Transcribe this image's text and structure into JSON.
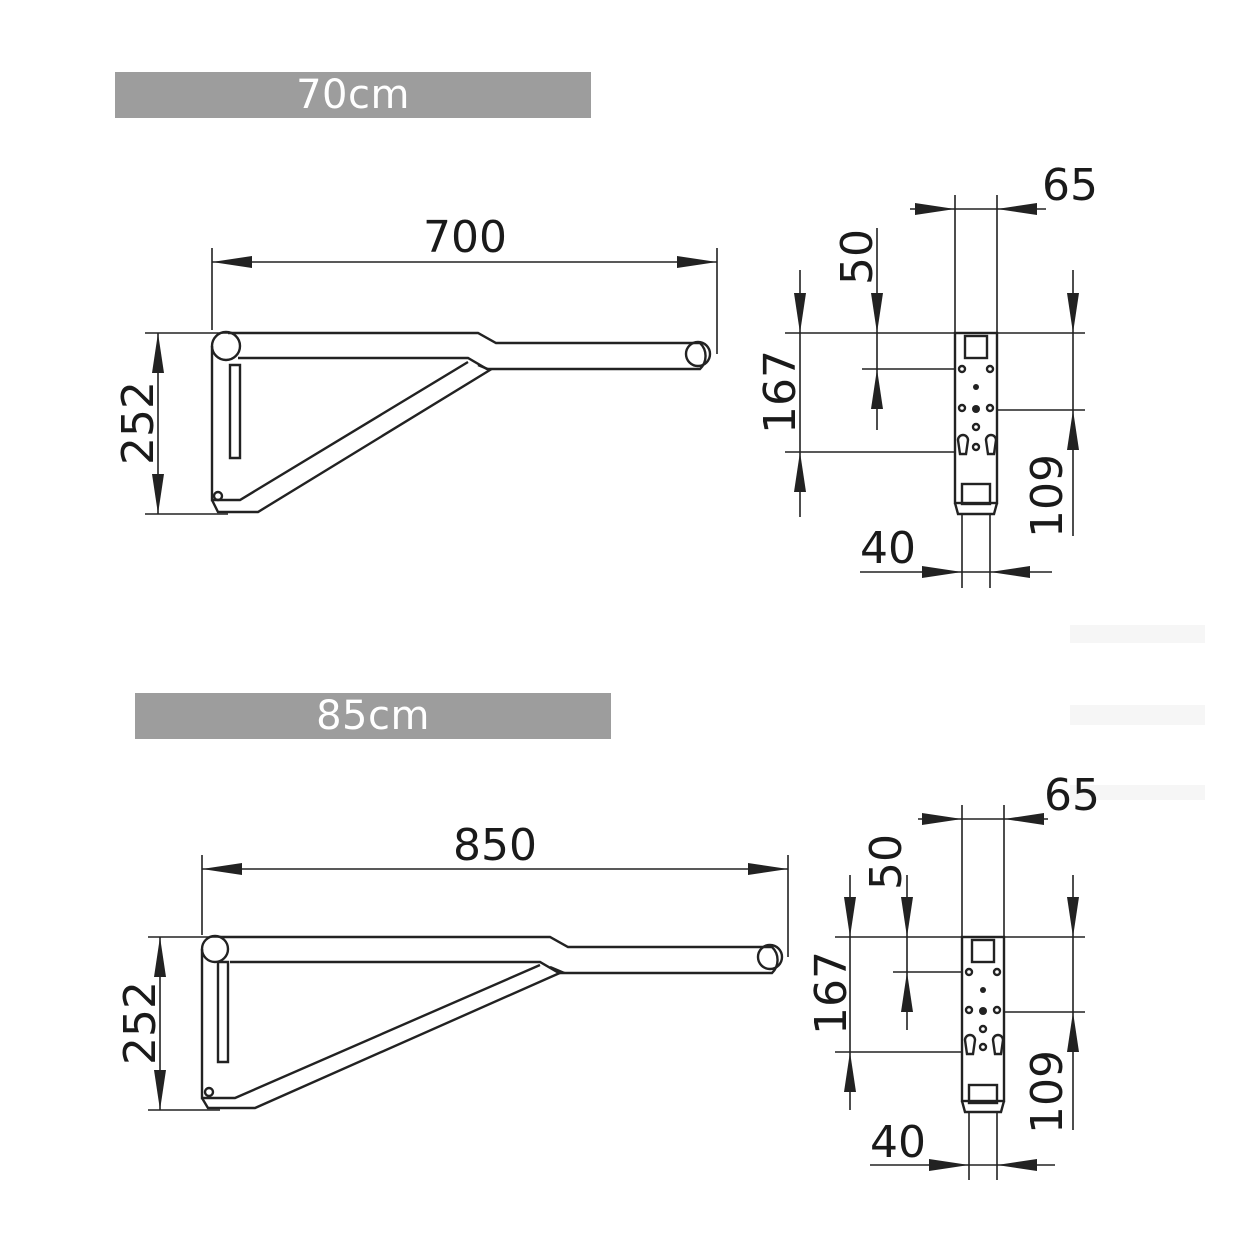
{
  "variants": [
    {
      "label": "70cm",
      "length": "700",
      "height": "252",
      "plate_width": "65",
      "plate_offset": "50",
      "plate_height": "167",
      "plate_spacing": "109",
      "plate_depth": "40"
    },
    {
      "label": "85cm",
      "length": "850",
      "height": "252",
      "plate_width": "65",
      "plate_offset": "50",
      "plate_height": "167",
      "plate_spacing": "109",
      "plate_depth": "40"
    }
  ]
}
